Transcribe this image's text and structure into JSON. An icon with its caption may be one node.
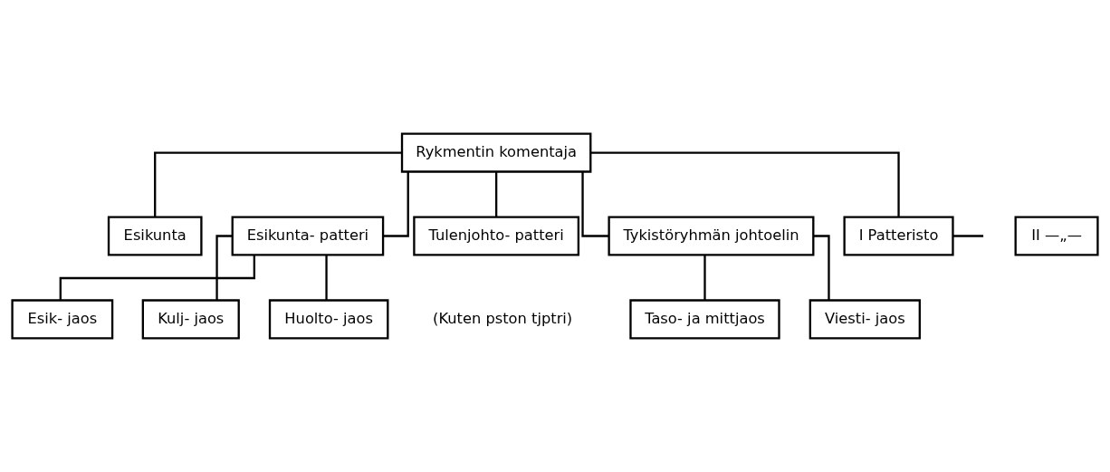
{
  "diagram": {
    "nodes": [
      {
        "text": [
          "Rykmentin komentaja"
        ]
      },
      {
        "text": [
          "Esikunta"
        ]
      },
      {
        "text": [
          "Esikunta- patteri"
        ]
      },
      {
        "text": [
          "Tulenjohto- patteri"
        ],
        "beside": [
          "(Kuten pston tjptri)"
        ]
      },
      {
        "text": [
          "Tykistöryhmän johtoelin"
        ]
      },
      {
        "text": [
          "I Patteristo"
        ]
      },
      {
        "text": [
          "II —„—"
        ]
      },
      {
        "text": [
          "Esik- jaos"
        ]
      },
      {
        "text": [
          "Kulj- jaos"
        ]
      },
      {
        "text": [
          "Huolto- jaos"
        ]
      },
      {
        "text": [
          "Taso- ja mittjaos"
        ]
      },
      {
        "text": [
          "Viesti- jaos"
        ]
      }
    ],
    "edges": [
      {
        "from": 0,
        "to": 1,
        "arrow": "none"
      },
      {
        "from": 0,
        "to": 2,
        "arrow": "none"
      },
      {
        "from": 0,
        "to": 3,
        "arrow": "none"
      },
      {
        "from": 0,
        "to": 4,
        "arrow": "none"
      },
      {
        "from": 0,
        "to": 5,
        "arrow": "none"
      },
      {
        "from": 5,
        "to": null,
        "arrow": "none"
      },
      {
        "from": 2,
        "to": 7,
        "arrow": "none"
      },
      {
        "from": 2,
        "to": 8,
        "arrow": "none"
      },
      {
        "from": 2,
        "to": 9,
        "arrow": "none"
      },
      {
        "from": 4,
        "to": 10,
        "arrow": "none"
      },
      {
        "from": 4,
        "to": 11,
        "arrow": "none"
      }
    ]
  }
}
